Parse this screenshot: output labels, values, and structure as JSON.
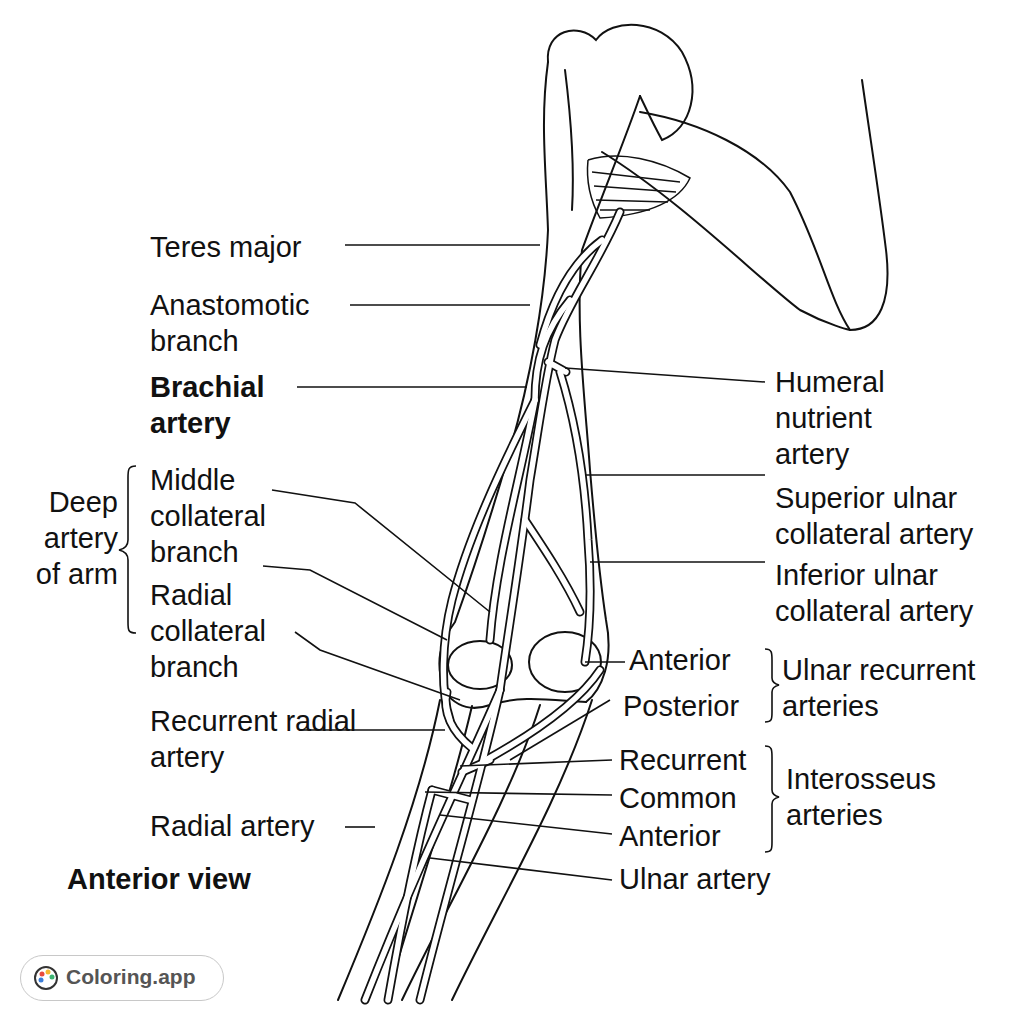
{
  "diagram": {
    "labels": [
      "Teres major",
      "Anastomotic branch",
      "Brachial artery",
      "Humeral nutrient artery",
      "Deep artery of arm",
      "Middle collateral branch",
      "Superior ulnar collateral artery",
      "Radial collateral branch",
      "Inferior ulnar collateral artery",
      "Anterior",
      "Posterior",
      "Ulnar recurrent arteries",
      "Recurrent radial artery",
      "Recurrent",
      "Common",
      "Anterior",
      "Interosseus arteries",
      "Radial artery",
      "Ulnar artery",
      "Anterior view",
      "Coloring.app"
    ]
  }
}
